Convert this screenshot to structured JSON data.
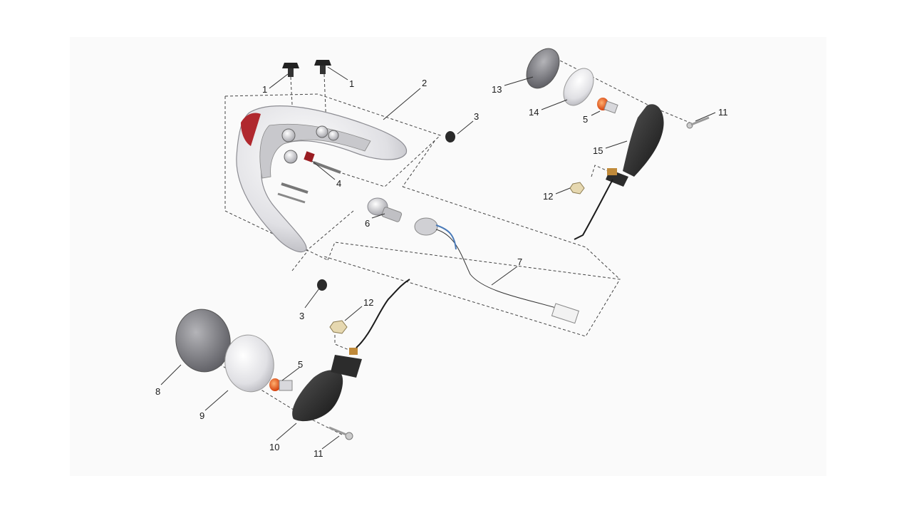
{
  "callouts": {
    "c1a": "1",
    "c1b": "1",
    "c2": "2",
    "c3a": "3",
    "c3b": "3",
    "c4": "4",
    "c5a": "5",
    "c5b": "5",
    "c6": "6",
    "c7": "7",
    "c8": "8",
    "c9": "9",
    "c10": "10",
    "c11a": "11",
    "c11b": "11",
    "c12a": "12",
    "c12b": "12",
    "c13": "13",
    "c14": "14",
    "c15": "15"
  },
  "colors": {
    "lens_clear": "#e4e4e6",
    "lens_smoke": "#8a8a8e",
    "lens_red": "#b0282e",
    "housing_black": "#2a2a2a",
    "bulb_amber": "#e0581a",
    "wire": "#1c1c1c"
  }
}
